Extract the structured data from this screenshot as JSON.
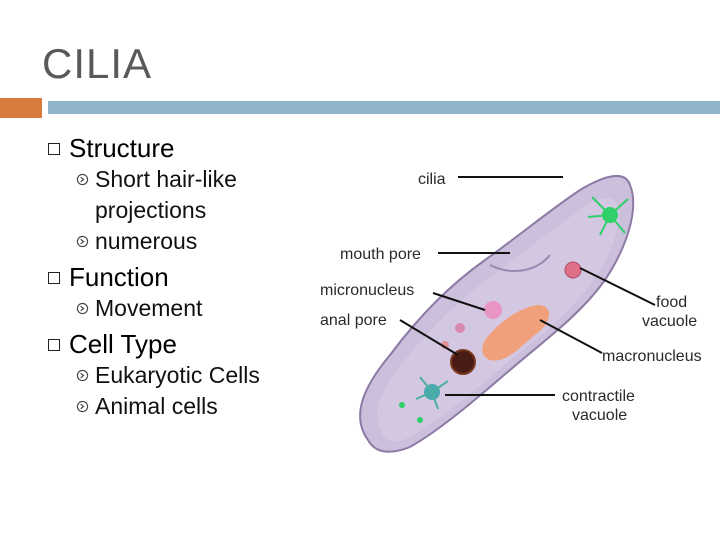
{
  "slide": {
    "title": "CILIA",
    "accent_colors": {
      "orange": "#d97b3f",
      "blue": "#8fb4cc"
    }
  },
  "bullets": [
    {
      "text": "Structure",
      "subs": [
        "Short hair-like projections",
        "numerous"
      ]
    },
    {
      "text": "Function",
      "subs": [
        "Movement"
      ]
    },
    {
      "text": "Cell Type",
      "subs": [
        "Eukaryotic Cells",
        "Animal cells"
      ]
    }
  ],
  "diagram": {
    "labels": {
      "cilia": "cilia",
      "mouth_pore": "mouth pore",
      "micronucleus": "micronucleus",
      "anal_pore": "anal pore",
      "food_vacuole_1": "food",
      "food_vacuole_2": "vacuole",
      "macronucleus": "macronucleus",
      "contractile_1": "contractile",
      "contractile_2": "vacuole"
    }
  }
}
